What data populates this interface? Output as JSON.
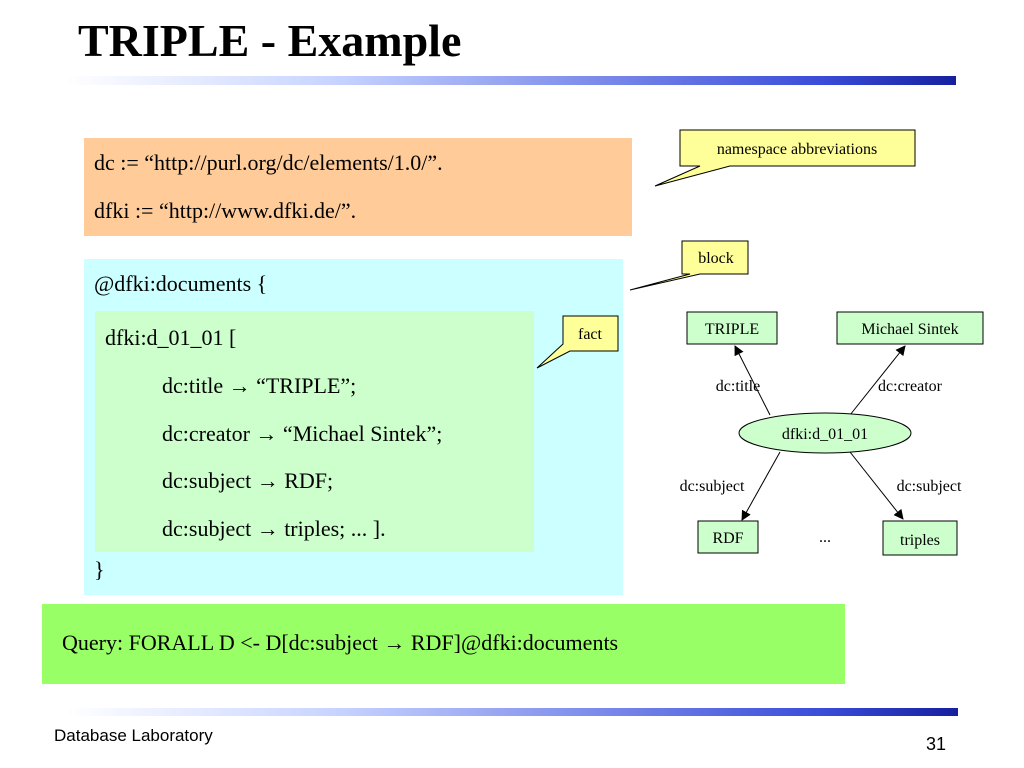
{
  "slide": {
    "title": "TRIPLE - Example",
    "footer_left": "Database Laboratory",
    "page_number": "31"
  },
  "namespaces": {
    "line1": "dc := “http://purl.org/dc/elements/1.0/”.",
    "line2": "dfki := “http://www.dfki.de/”."
  },
  "block": {
    "open": "@dfki:documents {",
    "close": "}"
  },
  "fact": {
    "head": "dfki:d_01_01 [",
    "lines": [
      "dc:title → “TRIPLE”;",
      "dc:creator → “Michael Sintek”;",
      "dc:subject → RDF;",
      "dc:subject → triples; ... ]."
    ]
  },
  "query": "Query: FORALL D <- D[dc:subject → RDF]@dfki:documents",
  "callouts": {
    "namespace": "namespace abbreviations",
    "block": "block",
    "fact": "fact"
  },
  "graph": {
    "center": "dfki:d_01_01",
    "nodes": {
      "top_left": "TRIPLE",
      "top_right": "Michael Sintek",
      "bottom_left": "RDF",
      "bottom_right": "triples",
      "ellipsis": "..."
    },
    "edges": {
      "title": "dc:title",
      "creator": "dc:creator",
      "subject_left": "dc:subject",
      "subject_right": "dc:subject"
    }
  }
}
